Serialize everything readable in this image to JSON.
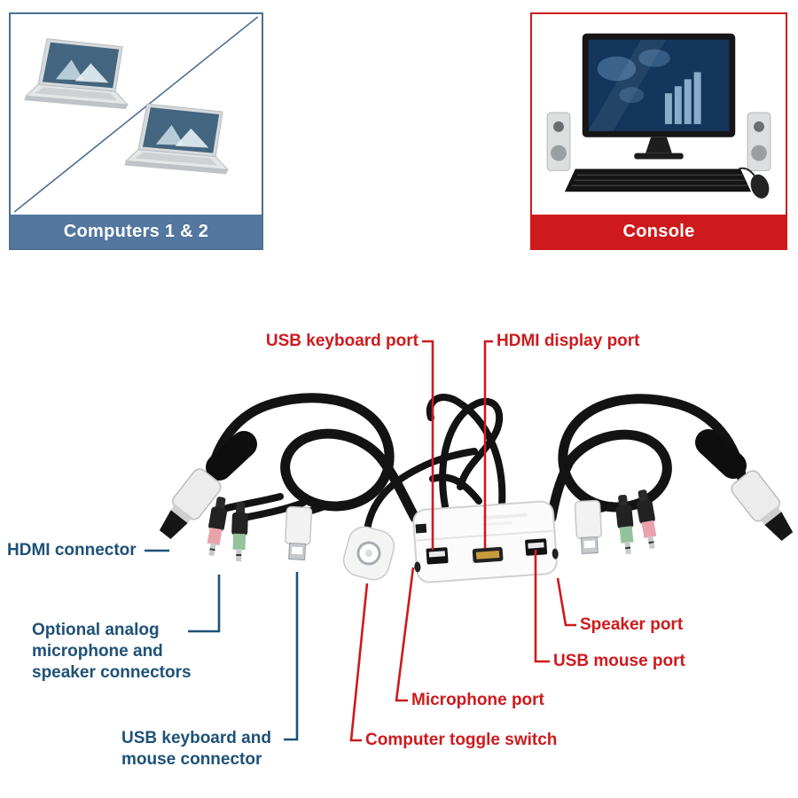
{
  "colors": {
    "red_accent": "#ce1a1d",
    "blue_caption_bg": "#53779e",
    "blue_border": "#4d6f94",
    "navy_label": "#1e5177"
  },
  "panels": {
    "computers": {
      "caption": "Computers 1 & 2"
    },
    "console": {
      "caption": "Console"
    }
  },
  "callouts": {
    "usb_keyboard_port": "USB keyboard port",
    "hdmi_display_port": "HDMI display port",
    "hdmi_connector": "HDMI connector",
    "optional_analog": "Optional analog microphone and speaker connectors",
    "usb_keyboard_mouse": "USB keyboard and mouse connector",
    "speaker_port": "Speaker port",
    "usb_mouse_port": "USB mouse port",
    "microphone_port": "Microphone port",
    "computer_toggle_switch": "Computer toggle switch"
  }
}
